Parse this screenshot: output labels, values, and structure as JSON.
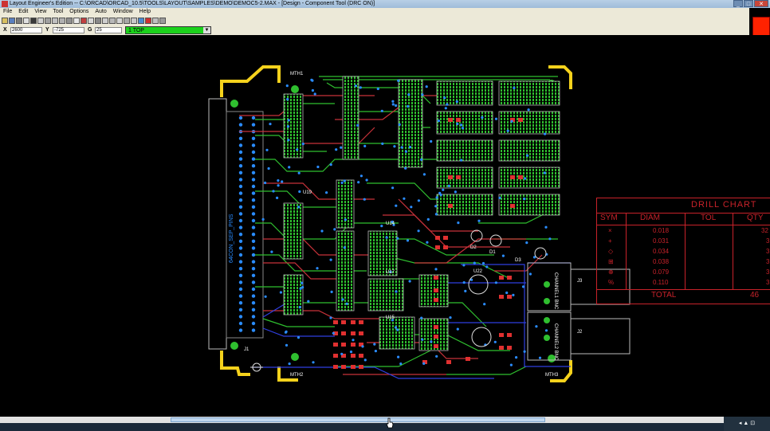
{
  "window": {
    "title": "Layout Engineer's Edition -- C:\\ORCAD\\ORCAD_10.5\\TOOLS\\LAYOUT\\SAMPLES\\DEMO\\DEMOC5-2.MAX - [Design - Component Tool (DRC ON)]",
    "buttons": {
      "minimize": "_",
      "maximize": "□",
      "close": "✕"
    }
  },
  "menu": [
    "File",
    "Edit",
    "View",
    "Tool",
    "Options",
    "Auto",
    "Window",
    "Help"
  ],
  "status": {
    "x_label": "X",
    "x_value": "2600",
    "y_label": "Y",
    "y_value": "-725",
    "g_label": "G",
    "g_value": "25",
    "layer": "1 TOP",
    "layer_color": "#1cd21c"
  },
  "drill_chart": {
    "title": "DRILL CHART",
    "headers": [
      "SYM",
      "DIAM",
      "TOL",
      "QTY"
    ],
    "rows": [
      {
        "sym": "×",
        "diam": "0.018",
        "qty": "32"
      },
      {
        "sym": "+",
        "diam": "0.031",
        "qty": "3"
      },
      {
        "sym": "◇",
        "diam": "0.034",
        "qty": "3"
      },
      {
        "sym": "⊞",
        "diam": "0.038",
        "qty": "3"
      },
      {
        "sym": "⊕",
        "diam": "0.079",
        "qty": "3"
      },
      {
        "sym": "%",
        "diam": "0.110",
        "qty": "3"
      }
    ],
    "total_label": "TOTAL",
    "total_value": "46",
    "color": "#c8222a"
  },
  "board": {
    "mount_holes": [
      "MTH1",
      "MTH2",
      "MTH3"
    ],
    "refdes": [
      "J1",
      "J2",
      "J3",
      "U22",
      "U17",
      "U15",
      "U19",
      "U14",
      "D2",
      "D1",
      "D3"
    ],
    "connector_label": "64CON_SEP_PINS",
    "bnc_labels": [
      "CHANNEL1 BNC",
      "CHANNEL2 BNC"
    ],
    "outline_color": "#f5d21c",
    "trace_top_color": "#2fbf2f",
    "trace_bottom_color": "#c8323a",
    "pad_color": "#2a8cff"
  }
}
